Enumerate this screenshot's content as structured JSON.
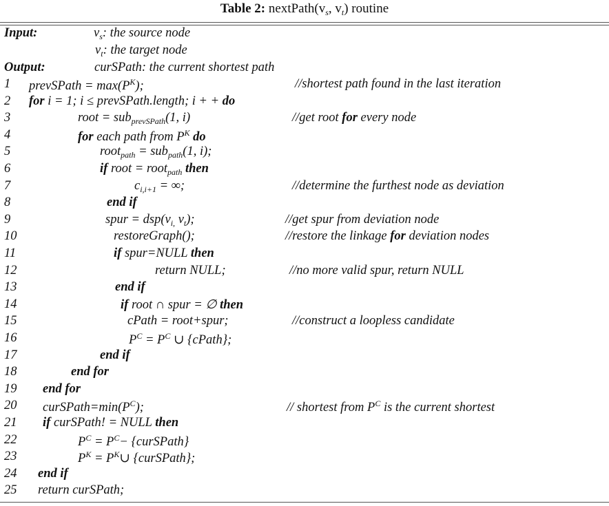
{
  "title": {
    "bold": "Table 2:",
    "rest": "nextPath(v",
    "sub_s": "s",
    "mid": ", v",
    "sub_t": "t",
    "end": ") routine"
  },
  "header": [
    {
      "label": "Input:",
      "value_var": "v",
      "value_sub": "s",
      "value_text": ": the source node"
    },
    {
      "label": "",
      "value_var": "v",
      "value_sub": "t",
      "value_text": ": the target node"
    },
    {
      "label": "Output:",
      "value_var": "",
      "value_sub": "",
      "value_text": "curSPath: the current shortest path"
    }
  ],
  "lines": [
    {
      "n": "1",
      "code": "prevSPath = max(P^K);",
      "comment": "//shortest path found in the last iteration"
    },
    {
      "n": "2",
      "code": "for i = 1; i ≤ prevSPath.length; i + + do",
      "comment": ""
    },
    {
      "n": "3",
      "code": "root = sub_prevSPath(1, i)",
      "comment": "//get root for every node"
    },
    {
      "n": "4",
      "code": "for each path from P^K do",
      "comment": ""
    },
    {
      "n": "5",
      "code": "root_path = sub_path(1, i);",
      "comment": ""
    },
    {
      "n": "6",
      "code": "if root = root_path then",
      "comment": ""
    },
    {
      "n": "7",
      "code": "c_i,i+1 = ∞;",
      "comment": "//determine the furthest node as deviation"
    },
    {
      "n": "8",
      "code": "end if",
      "comment": ""
    },
    {
      "n": "9",
      "code": "spur = dsp(v_i, v_t);",
      "comment": "//get spur from deviation node"
    },
    {
      "n": "10",
      "code": "restoreGraph();",
      "comment": "//restore the linkage for deviation nodes"
    },
    {
      "n": "11",
      "code": "if spur=NULL then",
      "comment": ""
    },
    {
      "n": "12",
      "code": "return NULL;",
      "comment": "//no more valid spur, return NULL"
    },
    {
      "n": "13",
      "code": "end if",
      "comment": ""
    },
    {
      "n": "14",
      "code": "if root ∩ spur = ∅ then",
      "comment": ""
    },
    {
      "n": "15",
      "code": "cPath = root+spur;",
      "comment": "//construct a loopless candidate"
    },
    {
      "n": "16",
      "code": "P^C = P^C ∪ {cPath};",
      "comment": ""
    },
    {
      "n": "17",
      "code": "end if",
      "comment": ""
    },
    {
      "n": "18",
      "code": "end for",
      "comment": ""
    },
    {
      "n": "19",
      "code": "end for",
      "comment": ""
    },
    {
      "n": "20",
      "code": "curSPath=min(P^C);",
      "comment": "// shortest from P^C is the current shortest"
    },
    {
      "n": "21",
      "code": "if curSPath! = NULL then",
      "comment": ""
    },
    {
      "n": "22",
      "code": "P^C = P^C− {curSPath}",
      "comment": ""
    },
    {
      "n": "23",
      "code": "P^K = P^K∪ {curSPath};",
      "comment": ""
    },
    {
      "n": "24",
      "code": "end if",
      "comment": ""
    },
    {
      "n": "25",
      "code": "return curSPath;",
      "comment": ""
    }
  ]
}
